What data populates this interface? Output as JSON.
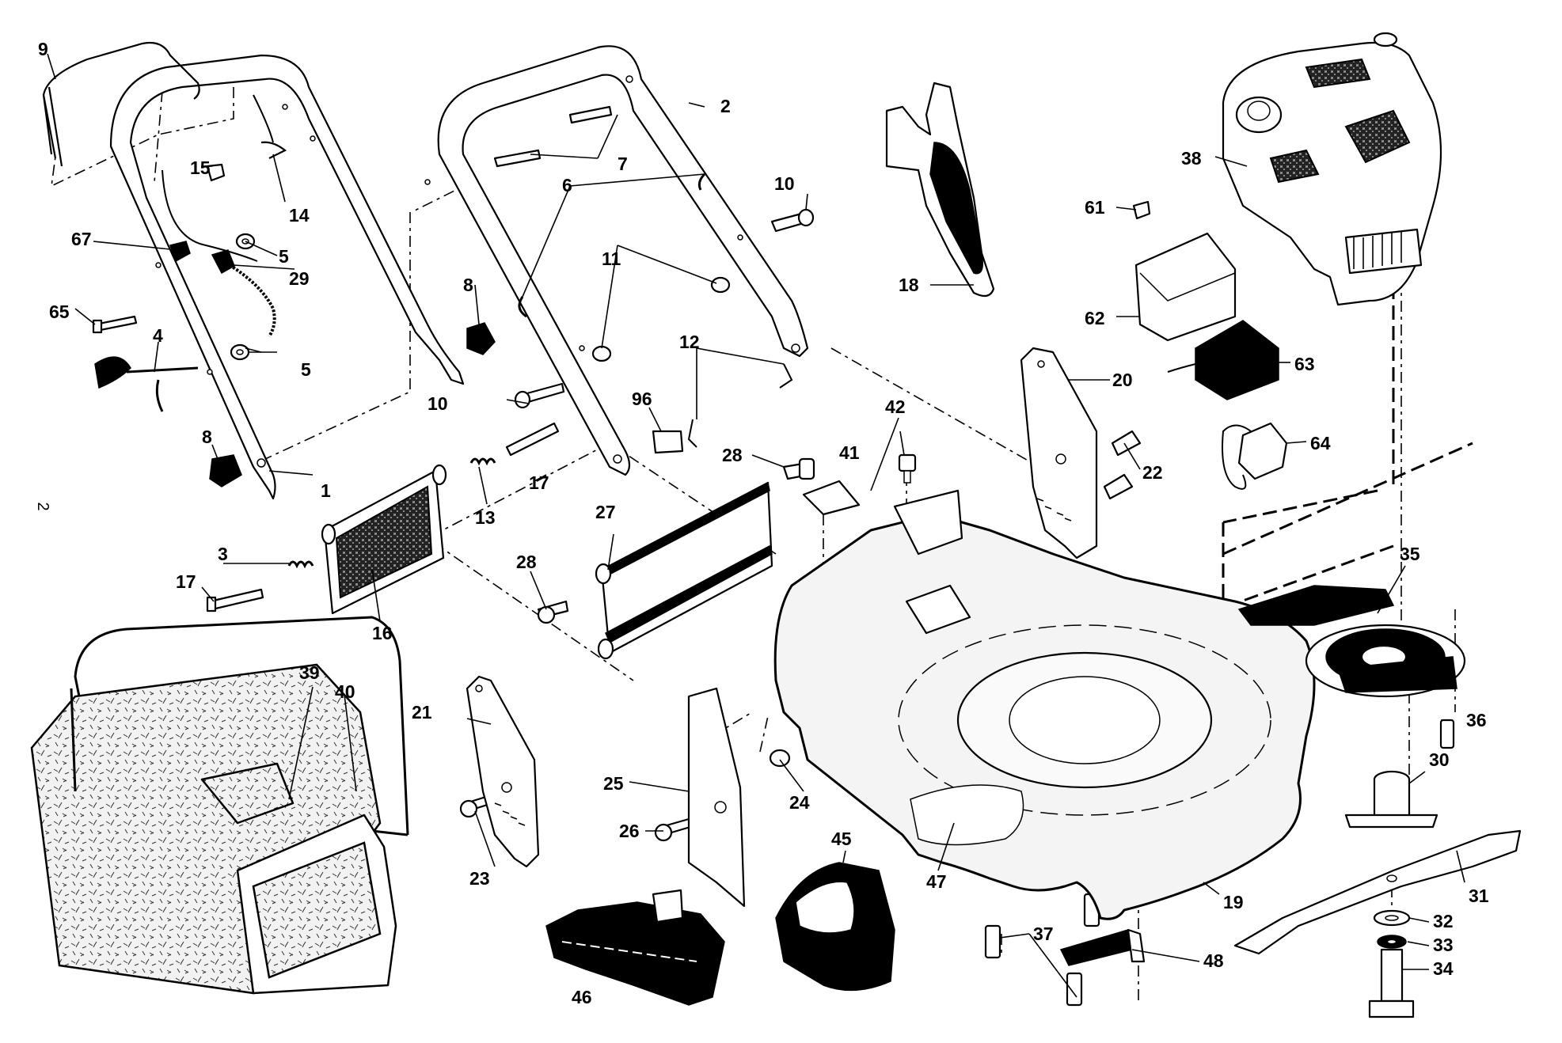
{
  "page_number": "2",
  "parts": [
    {
      "id": "p1",
      "label": "1"
    },
    {
      "id": "p2",
      "label": "2"
    },
    {
      "id": "p3",
      "label": "3"
    },
    {
      "id": "p4",
      "label": "4"
    },
    {
      "id": "p5a",
      "label": "5"
    },
    {
      "id": "p5b",
      "label": "5"
    },
    {
      "id": "p6",
      "label": "6"
    },
    {
      "id": "p7",
      "label": "7"
    },
    {
      "id": "p8a",
      "label": "8"
    },
    {
      "id": "p8b",
      "label": "8"
    },
    {
      "id": "p9",
      "label": "9"
    },
    {
      "id": "p10a",
      "label": "10"
    },
    {
      "id": "p10b",
      "label": "10"
    },
    {
      "id": "p11",
      "label": "11"
    },
    {
      "id": "p12",
      "label": "12"
    },
    {
      "id": "p13",
      "label": "13"
    },
    {
      "id": "p14",
      "label": "14"
    },
    {
      "id": "p15",
      "label": "15"
    },
    {
      "id": "p16",
      "label": "16"
    },
    {
      "id": "p17a",
      "label": "17"
    },
    {
      "id": "p17b",
      "label": "17"
    },
    {
      "id": "p18",
      "label": "18"
    },
    {
      "id": "p19",
      "label": "19"
    },
    {
      "id": "p20",
      "label": "20"
    },
    {
      "id": "p21",
      "label": "21"
    },
    {
      "id": "p22",
      "label": "22"
    },
    {
      "id": "p23",
      "label": "23"
    },
    {
      "id": "p24",
      "label": "24"
    },
    {
      "id": "p25",
      "label": "25"
    },
    {
      "id": "p26",
      "label": "26"
    },
    {
      "id": "p27",
      "label": "27"
    },
    {
      "id": "p28a",
      "label": "28"
    },
    {
      "id": "p28b",
      "label": "28"
    },
    {
      "id": "p29",
      "label": "29"
    },
    {
      "id": "p30",
      "label": "30"
    },
    {
      "id": "p31",
      "label": "31"
    },
    {
      "id": "p32",
      "label": "32"
    },
    {
      "id": "p33",
      "label": "33"
    },
    {
      "id": "p34",
      "label": "34"
    },
    {
      "id": "p35",
      "label": "35"
    },
    {
      "id": "p36",
      "label": "36"
    },
    {
      "id": "p37",
      "label": "37"
    },
    {
      "id": "p38",
      "label": "38"
    },
    {
      "id": "p39",
      "label": "39"
    },
    {
      "id": "p40",
      "label": "40"
    },
    {
      "id": "p41",
      "label": "41"
    },
    {
      "id": "p42",
      "label": "42"
    },
    {
      "id": "p45",
      "label": "45"
    },
    {
      "id": "p46",
      "label": "46"
    },
    {
      "id": "p47",
      "label": "47"
    },
    {
      "id": "p48",
      "label": "48"
    },
    {
      "id": "p61",
      "label": "61"
    },
    {
      "id": "p62",
      "label": "62"
    },
    {
      "id": "p63",
      "label": "63"
    },
    {
      "id": "p64",
      "label": "64"
    },
    {
      "id": "p65",
      "label": "65"
    },
    {
      "id": "p67",
      "label": "67"
    },
    {
      "id": "p96",
      "label": "96"
    }
  ]
}
